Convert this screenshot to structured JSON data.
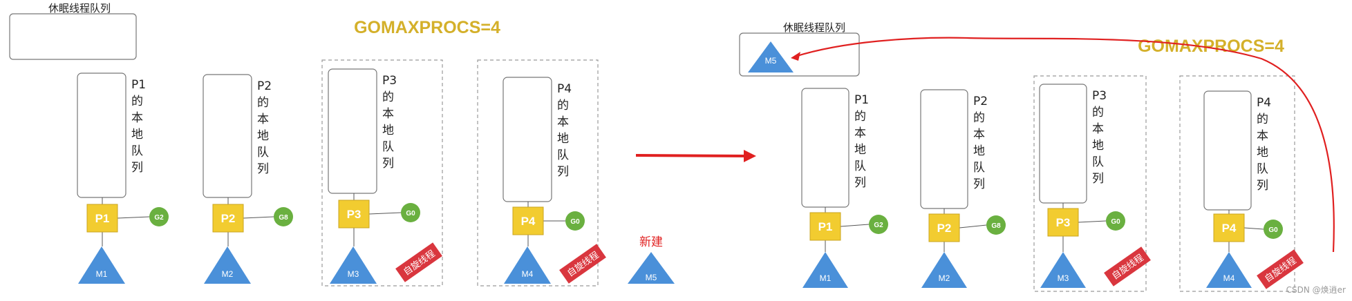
{
  "colors": {
    "p_box": "#f2cc30",
    "g_circle": "#6ab040",
    "m_triangle": "#4a90d9",
    "gomaxprocs": "#d4b02a",
    "spin_tag": "#d9363e",
    "arrow": "#e02020",
    "new_label": "#e02020"
  },
  "icons": {
    "p": "yellow-square",
    "g": "green-circle",
    "m": "blue-triangle"
  },
  "left": {
    "sleep_queue_label": "休眠线程队列",
    "gomaxprocs": "GOMAXPROCS=4",
    "processors": [
      {
        "p": "P1",
        "queue": [
          "P1",
          "的",
          "本",
          "地",
          "队",
          "列"
        ],
        "g": "G2",
        "m": "M1",
        "spinning": false
      },
      {
        "p": "P2",
        "queue": [
          "P2",
          "的",
          "本",
          "地",
          "队",
          "列"
        ],
        "g": "G8",
        "m": "M2",
        "spinning": false
      },
      {
        "p": "P3",
        "queue": [
          "P3",
          "的",
          "本",
          "地",
          "队",
          "列"
        ],
        "g": "G0",
        "m": "M3",
        "spinning": true
      },
      {
        "p": "P4",
        "queue": [
          "P4",
          "的",
          "本",
          "地",
          "队",
          "列"
        ],
        "g": "G0",
        "m": "M4",
        "spinning": true
      }
    ],
    "new_label": "新建",
    "new_m": "M5",
    "spin_label": "自旋线程"
  },
  "right": {
    "sleep_queue_label": "休眠线程队列",
    "sleeping_m": "M5",
    "gomaxprocs": "GOMAXPROCS=4",
    "processors": [
      {
        "p": "P1",
        "queue": [
          "P1",
          "的",
          "本",
          "地",
          "队",
          "列"
        ],
        "g": "G2",
        "m": "M1",
        "spinning": false
      },
      {
        "p": "P2",
        "queue": [
          "P2",
          "的",
          "本",
          "地",
          "队",
          "列"
        ],
        "g": "G8",
        "m": "M2",
        "spinning": false
      },
      {
        "p": "P3",
        "queue": [
          "P3",
          "的",
          "本",
          "地",
          "队",
          "列"
        ],
        "g": "G0",
        "m": "M3",
        "spinning": true
      },
      {
        "p": "P4",
        "queue": [
          "P4",
          "的",
          "本",
          "地",
          "队",
          "列"
        ],
        "g": "G0",
        "m": "M4",
        "spinning": true
      }
    ],
    "spin_label": "自旋线程"
  },
  "watermark": "CSDN @焕逍er"
}
